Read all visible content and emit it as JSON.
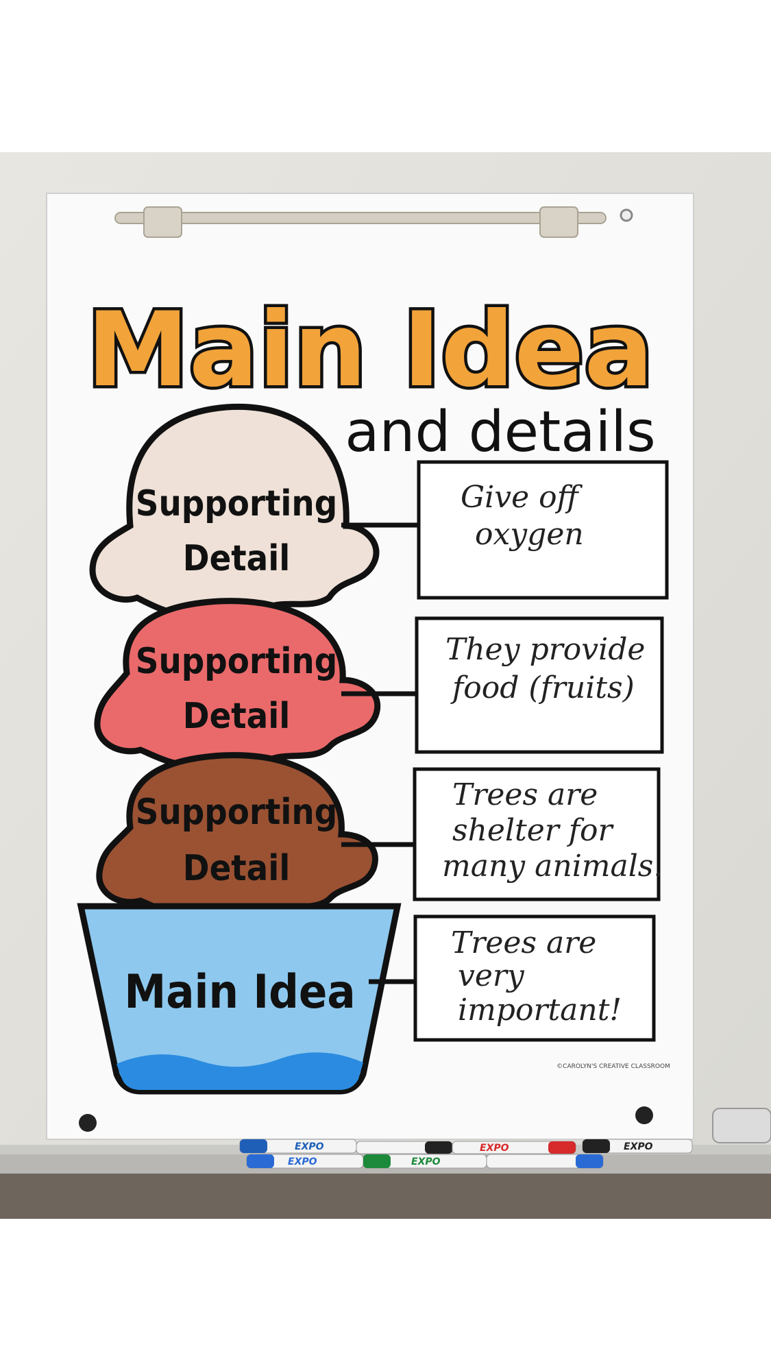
{
  "poster": {
    "title": "Main Idea",
    "subtitle": "and details",
    "colors": {
      "title_fill": "#f2a33a",
      "scoop_vanilla": "#efe1d7",
      "scoop_strawberry": "#ea6a6b",
      "scoop_chocolate": "#9a5233",
      "cup_blue": "#8ec8ee",
      "cup_wave": "#2b8be0"
    },
    "levels": [
      {
        "label_line1": "Supporting",
        "label_line2": "Detail",
        "note_lines": [
          "Give off",
          "oxygen"
        ]
      },
      {
        "label_line1": "Supporting",
        "label_line2": "Detail",
        "note_lines": [
          "They provide",
          "food (fruits)"
        ]
      },
      {
        "label_line1": "Supporting",
        "label_line2": "Detail",
        "note_lines": [
          "Trees are",
          "shelter for",
          "many animals."
        ]
      }
    ],
    "main_idea": {
      "label": "Main Idea",
      "note_lines": [
        "Trees are",
        "very",
        "important!"
      ]
    },
    "copyright": "©CAROLYN'S CREATIVE CLASSROOM"
  },
  "markers": [
    {
      "brand": "EXPO",
      "color": "#1f5fb8"
    },
    {
      "brand": "EXPO",
      "color": "#d72a2a"
    },
    {
      "brand": "EXPO",
      "color": "#222222"
    },
    {
      "brand": "EXPO",
      "color": "#1c8a3a"
    },
    {
      "brand": "EXPO",
      "color": "#2a6ad4"
    }
  ]
}
